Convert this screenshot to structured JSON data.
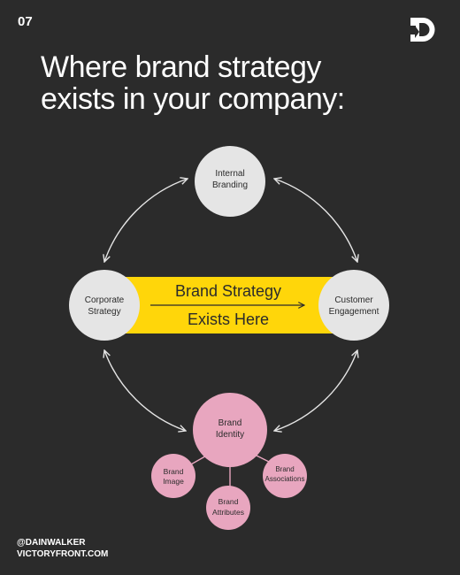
{
  "page_number": "07",
  "logo": {
    "icon": "dw-logo-icon"
  },
  "title": {
    "line1": "Where brand strategy",
    "line2": "exists in your company:"
  },
  "colors": {
    "background": "#2b2b2b",
    "gray_node": "#e5e5e5",
    "pink_node": "#e8a6bf",
    "highlight": "#ffd60a"
  },
  "diagram": {
    "banner": {
      "line1": "Brand Strategy",
      "line2": "Exists Here"
    },
    "nodes": {
      "internal_branding": {
        "line1": "Internal",
        "line2": "Branding"
      },
      "corporate_strategy": {
        "line1": "Corporate",
        "line2": "Strategy"
      },
      "customer_engagement": {
        "line1": "Customer",
        "line2": "Engagement"
      },
      "brand_identity": {
        "line1": "Brand",
        "line2": "Identity"
      },
      "brand_image": {
        "line1": "Brand",
        "line2": "Image"
      },
      "brand_attributes": {
        "line1": "Brand",
        "line2": "Attributes"
      },
      "brand_associations": {
        "line1": "Brand",
        "line2": "Associations"
      }
    }
  },
  "footer": {
    "handle": "@DAINWALKER",
    "website": "VICTORYFRONT.COM"
  }
}
